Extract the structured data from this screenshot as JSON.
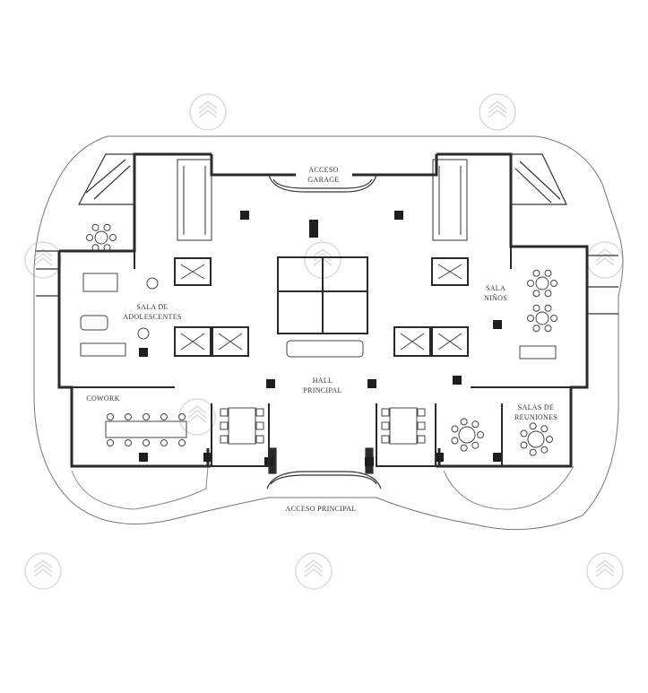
{
  "plan": {
    "labels": {
      "acceso_garage_1": "ACCESO",
      "acceso_garage_2": "GARAGE",
      "sala_adolescentes_1": "SALA DE",
      "sala_adolescentes_2": "ADOLESCENTES",
      "sala_ninos_1": "SALA",
      "sala_ninos_2": "NIÑOS",
      "hall_1": "HALL",
      "hall_2": "PRINCIPAL",
      "cowork": "COWORK",
      "salas_reuniones_1": "SALAS DE",
      "salas_reuniones_2": "REUNIONES",
      "acceso_principal": "ACCESO PRINCIPAL"
    },
    "watermark_icon": "building-logo-icon",
    "colors": {
      "wall": "#2a2a2a",
      "line": "#555555",
      "watermark": "#d9d9d9"
    }
  }
}
